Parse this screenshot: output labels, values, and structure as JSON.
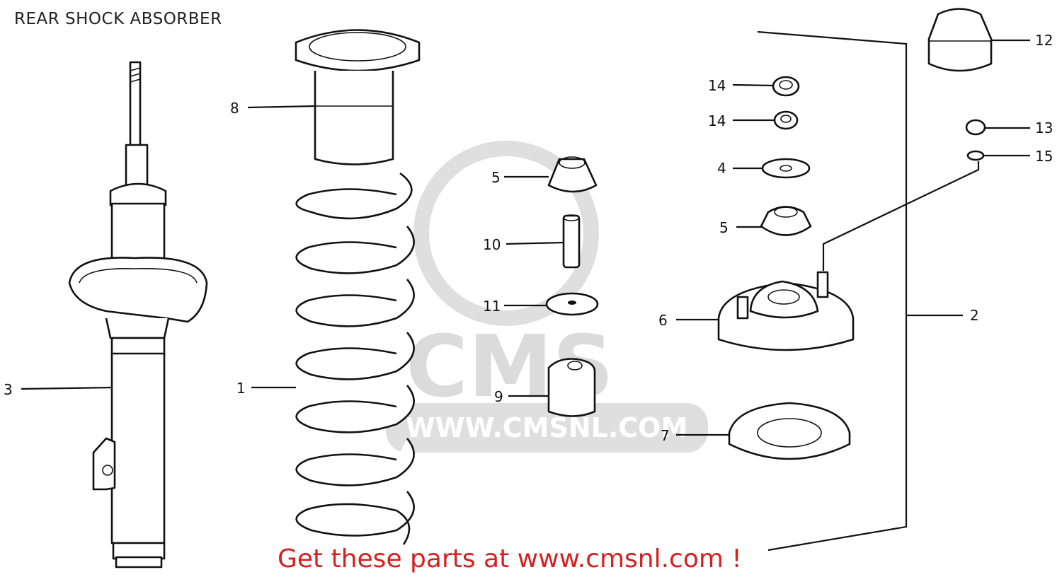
{
  "title": "REAR SHOCK ABSORBER",
  "promo_text": "Get these parts at www.cmsnl.com !",
  "watermark": {
    "logo_text": "CMS",
    "url_text": "WWW.CMSNL.COM"
  },
  "callouts": [
    {
      "id": "3",
      "label": "3"
    },
    {
      "id": "8",
      "label": "8"
    },
    {
      "id": "1",
      "label": "1"
    },
    {
      "id": "5a",
      "label": "5"
    },
    {
      "id": "10",
      "label": "10"
    },
    {
      "id": "11",
      "label": "11"
    },
    {
      "id": "9",
      "label": "9"
    },
    {
      "id": "14a",
      "label": "14"
    },
    {
      "id": "14b",
      "label": "14"
    },
    {
      "id": "4",
      "label": "4"
    },
    {
      "id": "5b",
      "label": "5"
    },
    {
      "id": "6",
      "label": "6"
    },
    {
      "id": "7",
      "label": "7"
    },
    {
      "id": "12",
      "label": "12"
    },
    {
      "id": "13",
      "label": "13"
    },
    {
      "id": "15",
      "label": "15"
    },
    {
      "id": "2",
      "label": "2"
    }
  ]
}
